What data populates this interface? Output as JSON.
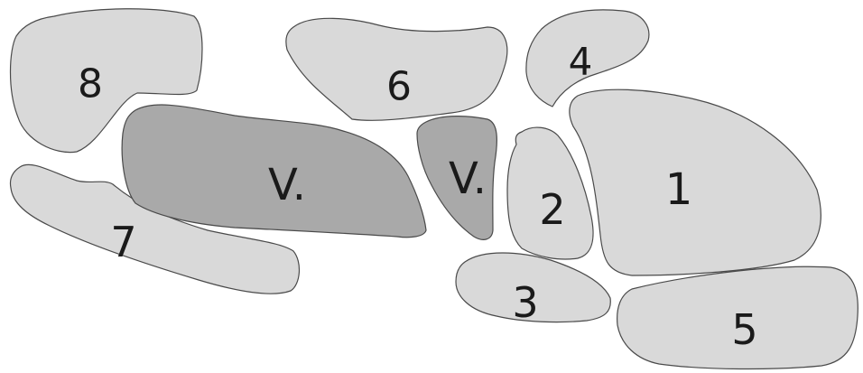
{
  "colors": {
    "light_region": "#d9d9d9",
    "dark_region": "#a9a9a9",
    "outline": "#4a4a4a",
    "label": "#1a1a1a",
    "background": "#ffffff"
  },
  "regions": [
    {
      "id": "region-1",
      "label": "1",
      "tone": "light"
    },
    {
      "id": "region-2",
      "label": "2",
      "tone": "light"
    },
    {
      "id": "region-3",
      "label": "3",
      "tone": "light"
    },
    {
      "id": "region-4",
      "label": "4",
      "tone": "light"
    },
    {
      "id": "region-5",
      "label": "5",
      "tone": "light"
    },
    {
      "id": "region-6",
      "label": "6",
      "tone": "light"
    },
    {
      "id": "region-7",
      "label": "7",
      "tone": "light"
    },
    {
      "id": "region-8",
      "label": "8",
      "tone": "light"
    },
    {
      "id": "region-v-large",
      "label": "V.",
      "tone": "dark"
    },
    {
      "id": "region-v-small",
      "label": "V.",
      "tone": "dark"
    }
  ]
}
